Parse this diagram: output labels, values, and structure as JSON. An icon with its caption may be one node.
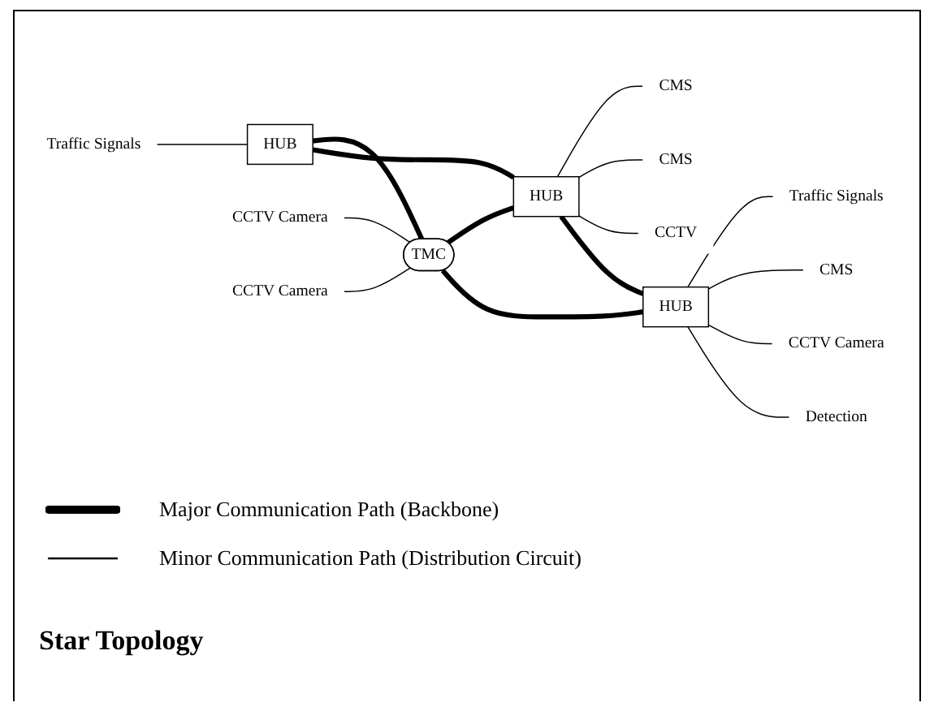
{
  "diagram": {
    "title": "Star Topology",
    "nodes": [
      {
        "text": [
          "Traffic Signals"
        ]
      },
      {
        "text": [
          "HUB"
        ]
      },
      {
        "text": [
          "CCTV Camera"
        ]
      },
      {
        "text": [
          "CCTV Camera"
        ]
      },
      {
        "text": [
          "TMC"
        ]
      },
      {
        "text": [
          "Traffic Signals"
        ]
      },
      {
        "text": [
          "CMS"
        ]
      },
      {
        "text": [
          "HUB"
        ]
      },
      {
        "text": [
          "CMS"
        ]
      },
      {
        "text": [
          "HUB"
        ]
      },
      {
        "text": [
          "CMS"
        ]
      },
      {
        "text": [
          "CCTV"
        ]
      },
      {
        "text": [
          "CCTV Camera"
        ]
      },
      {
        "text": [
          "Detection"
        ]
      }
    ],
    "edges": [
      {
        "from": 0,
        "to": 1,
        "arrow": "none"
      },
      {
        "from": 1,
        "to": 4,
        "arrow": "none",
        "style": "thick"
      },
      {
        "from": 1,
        "to": 7,
        "arrow": "none",
        "style": "thick"
      },
      {
        "from": 2,
        "to": 4,
        "arrow": "none"
      },
      {
        "from": 3,
        "to": 4,
        "arrow": "none"
      },
      {
        "from": 4,
        "to": 7,
        "arrow": "none",
        "style": "thick"
      },
      {
        "from": 4,
        "to": 9,
        "arrow": "none",
        "style": "thick"
      },
      {
        "from": 9,
        "to": 5,
        "arrow": "none"
      },
      {
        "from": 7,
        "to": 6,
        "arrow": "none"
      },
      {
        "from": 7,
        "to": 8,
        "arrow": "none"
      },
      {
        "from": 7,
        "to": 11,
        "arrow": "none"
      },
      {
        "from": 7,
        "to": 9,
        "arrow": "none",
        "style": "thick"
      },
      {
        "from": 9,
        "to": 10,
        "arrow": "none"
      },
      {
        "from": 9,
        "to": 12,
        "arrow": "none"
      },
      {
        "from": 9,
        "to": 13,
        "arrow": "none"
      }
    ],
    "legend": [
      {
        "text": "Major Communication Path (Backbone)"
      },
      {
        "text": "Minor Communication Path (Distribution Circuit)"
      }
    ]
  }
}
